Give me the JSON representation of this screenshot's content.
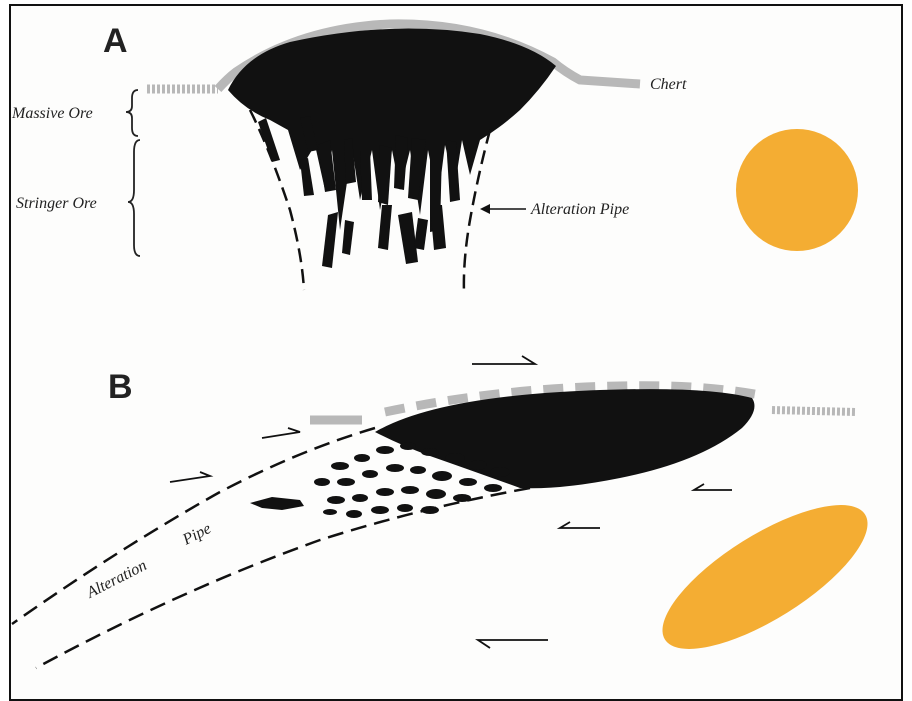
{
  "panels": {
    "a": {
      "letter": "A"
    },
    "b": {
      "letter": "B"
    }
  },
  "labels": {
    "chert": "Chert",
    "massive_ore": "Massive Ore",
    "stringer_ore": "Stringer Ore",
    "alteration_pipe_a": "Alteration Pipe",
    "alteration_pipe_b_word1": "Alteration",
    "alteration_pipe_b_word2": "Pipe"
  },
  "colors": {
    "ore": "#111111",
    "chert": "#b8b8b8",
    "accent": "#f4ad33",
    "line": "#111111"
  }
}
